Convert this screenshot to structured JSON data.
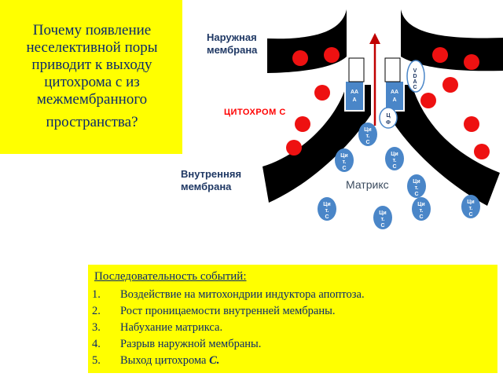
{
  "question": {
    "lines": [
      "Почему появление",
      "неселективной  поры",
      "приводит к выходу",
      "цитохрома с из",
      "межмембранного",
      "пространства?"
    ]
  },
  "labels": {
    "outer_membrane": [
      "Наружная",
      "мембрана"
    ],
    "inner_membrane": [
      "Внутренняя",
      "мембрана"
    ],
    "cytochrome_c": "ЦИТОХРОМ С",
    "matrix": "Матрикс"
  },
  "pore": {
    "aaa_left": [
      "АА",
      "А"
    ],
    "aaa_right": [
      "АА",
      "А"
    ],
    "vdac": [
      "V",
      "D",
      "A",
      "C"
    ],
    "cf": [
      "Ц",
      "Ф"
    ]
  },
  "cyt_label": [
    "Ци",
    "т.",
    "С"
  ],
  "sequence": {
    "title": "Последовательность событий:",
    "items": [
      {
        "num": "1.",
        "text": "Воздействие на митохондрии индуктора апоптоза.",
        "em": ""
      },
      {
        "num": "2.",
        "text": "Рост проницаемости внутренней мембраны.",
        "em": ""
      },
      {
        "num": "3.",
        "text": "Набухание матрикса.",
        "em": ""
      },
      {
        "num": "4.",
        "text": "Разрыв наружной мембраны.",
        "em": ""
      },
      {
        "num": "5.",
        "text": "Выход цитохрома ",
        "em": "С."
      }
    ]
  },
  "colors": {
    "highlight": "#ffff00",
    "membrane": "#000000",
    "red_dot": "#ee1111",
    "cyt_blue": "#4a86c8",
    "label_blue": "#1f3864",
    "cyto_red": "#ff0000",
    "arrow": "#c00000"
  }
}
